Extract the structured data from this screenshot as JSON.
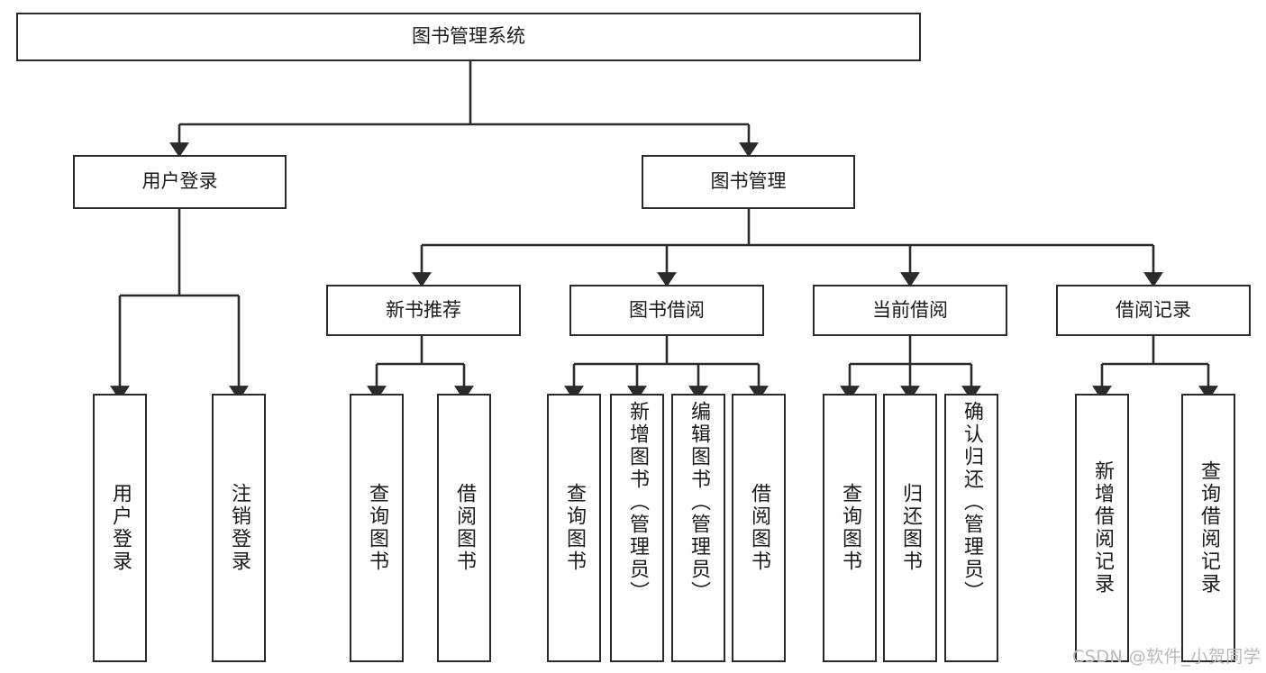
{
  "diagram": {
    "type": "tree",
    "title": "图书管理系统",
    "watermark": "CSDN @软件_小贺同学",
    "colors": {
      "box_border": "#2b2b2b",
      "box_fill": "#ffffff",
      "connector": "#2b2b2b",
      "text": "#1b1b1b",
      "watermark": "#b9b9b9",
      "background": "#ffffff"
    },
    "root": {
      "label": "图书管理系统"
    },
    "level2": [
      {
        "label": "用户登录"
      },
      {
        "label": "图书管理"
      }
    ],
    "level3": [
      {
        "label": "新书推荐"
      },
      {
        "label": "图书借阅"
      },
      {
        "label": "当前借阅"
      },
      {
        "label": "借阅记录"
      }
    ],
    "leaves": {
      "user_login": [
        {
          "label": "用户登录"
        },
        {
          "label": "注销登录"
        }
      ],
      "new_book_recommend": [
        {
          "label": "查询图书"
        },
        {
          "label": "借阅图书"
        }
      ],
      "book_borrow": [
        {
          "label": "查询图书"
        },
        {
          "label": "新增图书（管理员）"
        },
        {
          "label": "编辑图书（管理员）"
        },
        {
          "label": "借阅图书"
        }
      ],
      "current_borrow": [
        {
          "label": "查询图书"
        },
        {
          "label": "归还图书"
        },
        {
          "label": "确认归还（管理员）"
        }
      ],
      "borrow_record": [
        {
          "label": "新增借阅记录"
        },
        {
          "label": "查询借阅记录"
        }
      ]
    }
  }
}
